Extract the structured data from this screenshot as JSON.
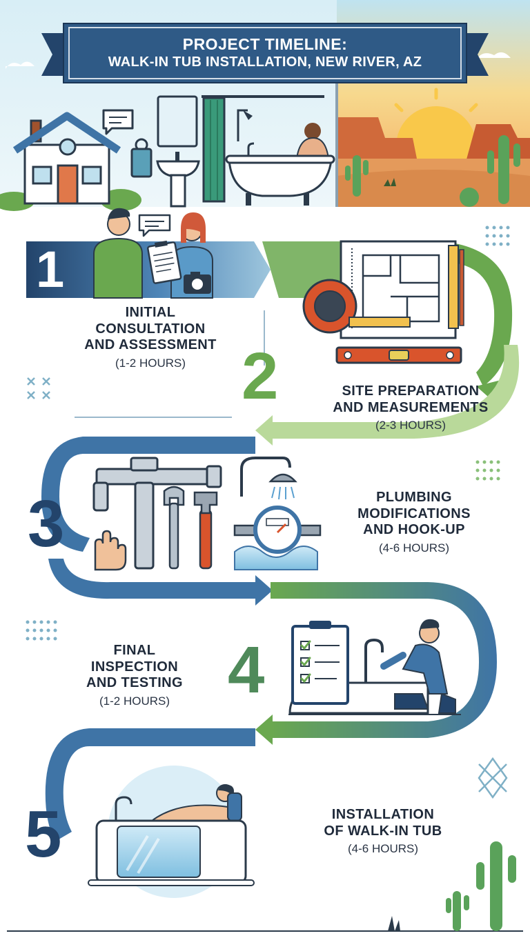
{
  "header": {
    "title_line1": "PROJECT TIMELINE:",
    "title_line2": "WALK-IN TUB INSTALLATION, NEW RIVER, AZ"
  },
  "steps": [
    {
      "number": "1",
      "title": "INITIAL CONSULTATION AND ASSESSMENT",
      "duration": "(1-2 HOURS)",
      "lines": [
        "INITIAL",
        "CONSULTATION",
        "AND ASSESSMENT"
      ]
    },
    {
      "number": "2",
      "title": "SITE PREPARATION AND MEASUREMENTS",
      "duration": "(2-3 HOURS)",
      "lines": [
        "SITE PREPARATION",
        "AND MEASUREMENTS"
      ]
    },
    {
      "number": "3",
      "title": "PLUMBING MODIFICATIONS AND HOOK-UP",
      "duration": "(4-6 HOURS)",
      "lines": [
        "PLUMBING",
        "MODIFICATIONS",
        "AND HOOK-UP"
      ]
    },
    {
      "number": "4",
      "title": "FINAL INSPECTION AND TESTING",
      "duration": "(1-2 HOURS)",
      "lines": [
        "FINAL",
        "INSPECTION",
        "AND TESTING"
      ]
    },
    {
      "number": "5",
      "title": "INSTALLATION OF WALK-IN TUB",
      "duration": "(4-6 HOURS)",
      "lines": [
        "INSTALLATION",
        "OF WALK-IN TUB"
      ]
    }
  ],
  "colors": {
    "navy": "#23446b",
    "blue": "#3f74a6",
    "green": "#6aa84f",
    "light_green": "#b9d99a",
    "sky": "#bfe0ee",
    "sunset": "#f2a65a",
    "desert_red": "#c95a33",
    "cactus": "#5aa25a",
    "orange_tool": "#d9542c"
  }
}
